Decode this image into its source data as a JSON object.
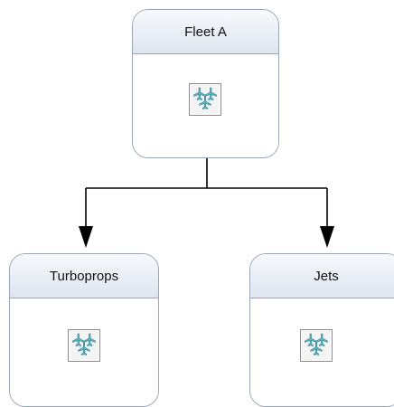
{
  "diagram": {
    "root": {
      "label": "Fleet A",
      "icon": "fleet-aircraft-icon"
    },
    "children": [
      {
        "label": "Turboprops",
        "icon": "fleet-aircraft-icon"
      },
      {
        "label": "Jets",
        "icon": "fleet-aircraft-icon"
      }
    ]
  },
  "colors": {
    "header_gradient_top": "#f7f9fc",
    "header_gradient_bottom": "#dfe6f1",
    "node_border": "#9aa6b8",
    "connector": "#000000",
    "aircraft": "#5fb7c4"
  }
}
